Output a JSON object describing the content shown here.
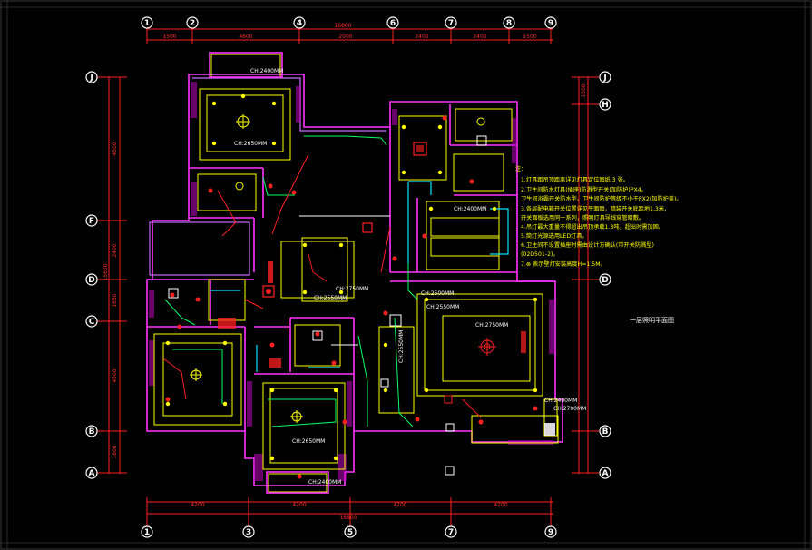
{
  "drawing": {
    "title": "一层照明平面图",
    "total_width_label": "16800",
    "total_depth_label": "15600"
  },
  "axes": {
    "top": [
      "1",
      "2",
      "4",
      "6",
      "7",
      "8",
      "9"
    ],
    "bottom": [
      "1",
      "3",
      "5",
      "7",
      "9"
    ],
    "left": [
      "J",
      "F",
      "D",
      "C",
      "B",
      "A"
    ],
    "right": [
      "J",
      "H",
      "D",
      "B",
      "A"
    ]
  },
  "dimensions": {
    "top": [
      "1500",
      "4600",
      "2000",
      "2400",
      "2400",
      "1500"
    ],
    "bottom": [
      "4200",
      "4200",
      "4200",
      "4200"
    ],
    "left": [
      "4500",
      "2400",
      "1650",
      "4500",
      "1800"
    ],
    "right": [
      "1500"
    ]
  },
  "rooms": {
    "top_left_ceiling": "CH:2400MM",
    "top_left_main": "CH:2650MM",
    "center_tv": "CH:2750MM",
    "center_lower": "CH:2550MM",
    "right_big_a": "CH:2500MM",
    "right_big_b": "CH:2550MM",
    "right_big_c": "CH:2750MM",
    "upper_right": "CH:2400MM",
    "mid_vertical": "CH:2550MM",
    "bottom_center": "CH:2650MM",
    "bottom_entry": "CH:2400MM",
    "right_corner_a": "CH:2400MM",
    "right_corner_b": "CH:2700MM"
  },
  "notes": {
    "header": "注：",
    "lines": [
      "1.灯具距吊顶距离详见灯具定位图纸 3 张。",
      "2.卫生间防水灯具(插座)防溅型开关(加防护)PX4。",
      "  卫生间浴霸开关防水型。卫生间防护等级不小于PX2(加防护盖)。",
      "3.各层配电箱开关位置详见平面图，暗装开关底距地1.3米，",
      "  开关面板选用同一系列，照明灯具导线穿管暗敷。",
      "4.吊灯最大重量不得超出吊顶承载1.3吨，超出时需加固。",
      "5.筒灯光源选用LED灯具。",
      "6.卫生间不设置插座时需由设计方确认(带开关防溅型)",
      "  (02D501-2)。",
      "7.⊗ 表示壁灯安装高度H=1.5M。"
    ]
  },
  "colors": {
    "background": "#000000",
    "wall": "#ff33ff",
    "fixture": "#ffff00",
    "circuit": "#00ff66",
    "cyan": "#00e5ff",
    "axis": "#ff2020"
  }
}
